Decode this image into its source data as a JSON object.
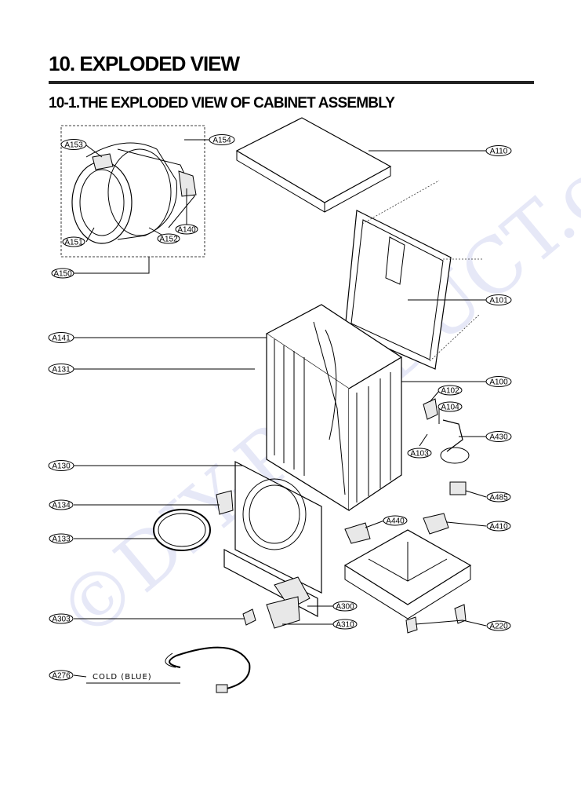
{
  "page": {
    "title": "10. EXPLODED VIEW",
    "subtitle": "10-1.THE EXPLODED VIEW OF CABINET ASSEMBLY"
  },
  "watermark": "©DIY-PRODUCT.cz",
  "hose_label": "COLD (BLUE)",
  "callouts": [
    {
      "id": "A153"
    },
    {
      "id": "A154"
    },
    {
      "id": "A110"
    },
    {
      "id": "A140"
    },
    {
      "id": "A151"
    },
    {
      "id": "A152"
    },
    {
      "id": "A150"
    },
    {
      "id": "A101"
    },
    {
      "id": "A141"
    },
    {
      "id": "A131"
    },
    {
      "id": "A100"
    },
    {
      "id": "A102"
    },
    {
      "id": "A104"
    },
    {
      "id": "A430"
    },
    {
      "id": "A103"
    },
    {
      "id": "A130"
    },
    {
      "id": "A485"
    },
    {
      "id": "A134"
    },
    {
      "id": "A440"
    },
    {
      "id": "A410"
    },
    {
      "id": "A133"
    },
    {
      "id": "A300"
    },
    {
      "id": "A303"
    },
    {
      "id": "A310"
    },
    {
      "id": "A220"
    },
    {
      "id": "A276"
    }
  ]
}
